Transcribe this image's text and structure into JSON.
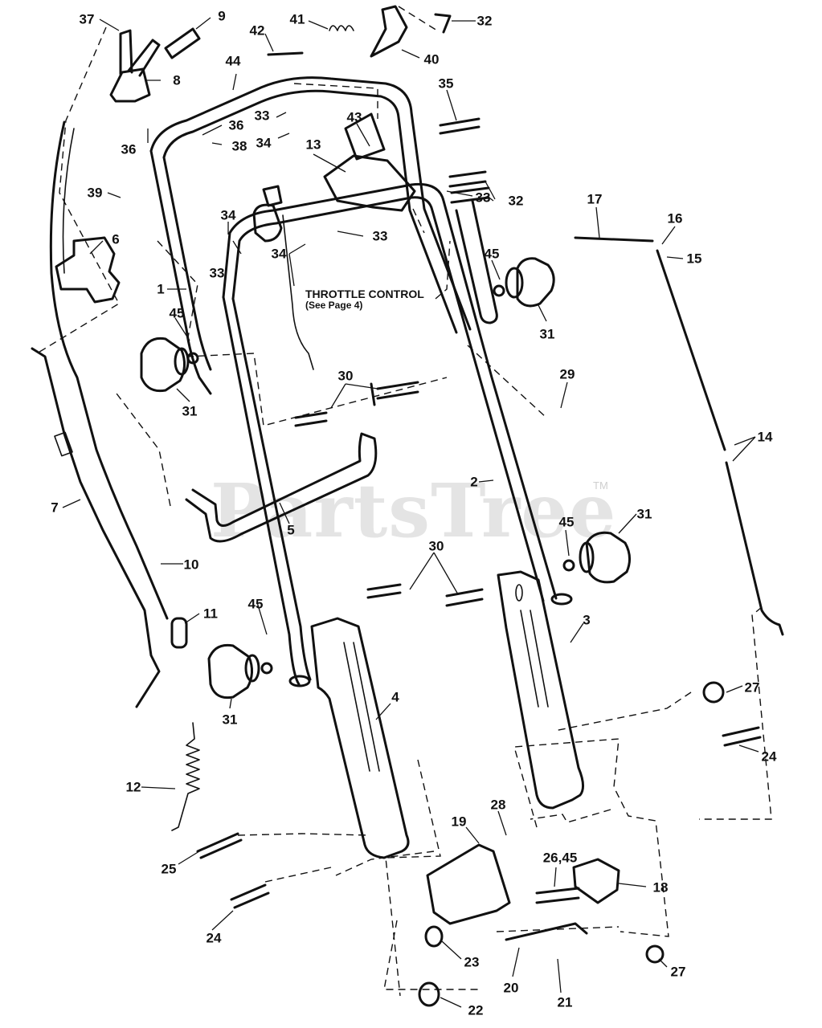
{
  "diagram": {
    "note_line1": "THROTTLE CONTROL",
    "note_line2": "(See Page 4)",
    "watermark": "PartsTree",
    "watermark_tm": "TM"
  },
  "callouts": [
    {
      "id": "c37a",
      "text": "37"
    },
    {
      "id": "c9",
      "text": "9"
    },
    {
      "id": "c41",
      "text": "41"
    },
    {
      "id": "c32a",
      "text": "32"
    },
    {
      "id": "c42",
      "text": "42"
    },
    {
      "id": "c40",
      "text": "40"
    },
    {
      "id": "c8",
      "text": "8"
    },
    {
      "id": "c44",
      "text": "44"
    },
    {
      "id": "c35",
      "text": "35"
    },
    {
      "id": "c33a",
      "text": "33"
    },
    {
      "id": "c36a",
      "text": "36"
    },
    {
      "id": "c34a",
      "text": "34"
    },
    {
      "id": "c36b",
      "text": "36"
    },
    {
      "id": "c38",
      "text": "38"
    },
    {
      "id": "c43",
      "text": "43"
    },
    {
      "id": "c13",
      "text": "13"
    },
    {
      "id": "c32b",
      "text": "32"
    },
    {
      "id": "c33b",
      "text": "33"
    },
    {
      "id": "c39",
      "text": "39"
    },
    {
      "id": "c34b",
      "text": "34"
    },
    {
      "id": "c33c",
      "text": "33"
    },
    {
      "id": "c34c",
      "text": "34"
    },
    {
      "id": "c33d",
      "text": "33"
    },
    {
      "id": "c6",
      "text": "6"
    },
    {
      "id": "c17",
      "text": "17"
    },
    {
      "id": "c16",
      "text": "16"
    },
    {
      "id": "c15",
      "text": "15"
    },
    {
      "id": "c45a",
      "text": "45"
    },
    {
      "id": "c1",
      "text": "1"
    },
    {
      "id": "c31a",
      "text": "31"
    },
    {
      "id": "c45b",
      "text": "45"
    },
    {
      "id": "c31b",
      "text": "31"
    },
    {
      "id": "c30a",
      "text": "30"
    },
    {
      "id": "c29",
      "text": "29"
    },
    {
      "id": "c14",
      "text": "14"
    },
    {
      "id": "c7",
      "text": "7"
    },
    {
      "id": "c2",
      "text": "2"
    },
    {
      "id": "c5",
      "text": "5"
    },
    {
      "id": "c45c",
      "text": "45"
    },
    {
      "id": "c31c",
      "text": "31"
    },
    {
      "id": "c10",
      "text": "10"
    },
    {
      "id": "c30b",
      "text": "30"
    },
    {
      "id": "c11",
      "text": "11"
    },
    {
      "id": "c45d",
      "text": "45"
    },
    {
      "id": "c3",
      "text": "3"
    },
    {
      "id": "c27a",
      "text": "27"
    },
    {
      "id": "c4",
      "text": "4"
    },
    {
      "id": "c31d",
      "text": "31"
    },
    {
      "id": "c24a",
      "text": "24"
    },
    {
      "id": "c12",
      "text": "12"
    },
    {
      "id": "c28",
      "text": "28"
    },
    {
      "id": "c19",
      "text": "19"
    },
    {
      "id": "c2645",
      "text": "26,45"
    },
    {
      "id": "c18",
      "text": "18"
    },
    {
      "id": "c25",
      "text": "25"
    },
    {
      "id": "c24b",
      "text": "24"
    },
    {
      "id": "c23",
      "text": "23"
    },
    {
      "id": "c27b",
      "text": "27"
    },
    {
      "id": "c20",
      "text": "20"
    },
    {
      "id": "c21",
      "text": "21"
    },
    {
      "id": "c22",
      "text": "22"
    }
  ]
}
